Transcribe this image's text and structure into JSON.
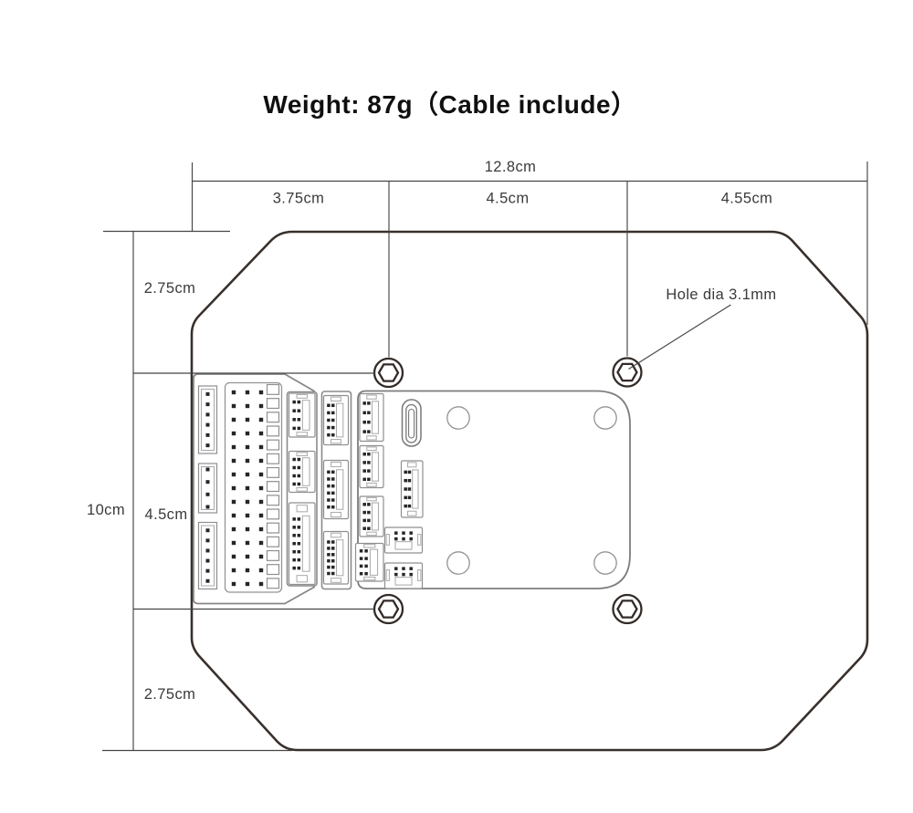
{
  "title": "Weight:  87g（Cable include）",
  "dim_width": {
    "total": "12.8cm",
    "segments": [
      "3.75cm",
      "4.5cm",
      "4.55cm"
    ]
  },
  "dim_height": {
    "total": "10cm",
    "segments": [
      "2.75cm",
      "4.5cm",
      "2.75cm"
    ]
  },
  "annotations": {
    "hole_note": "Hole dia 3.1mm"
  },
  "colors": {
    "device_outline": "#38302C",
    "dimension_line": "#454545",
    "board_outline": "#8A8A8A",
    "pin": "#262626",
    "label_text": "#3A3A3A",
    "title_text": "#111111"
  }
}
